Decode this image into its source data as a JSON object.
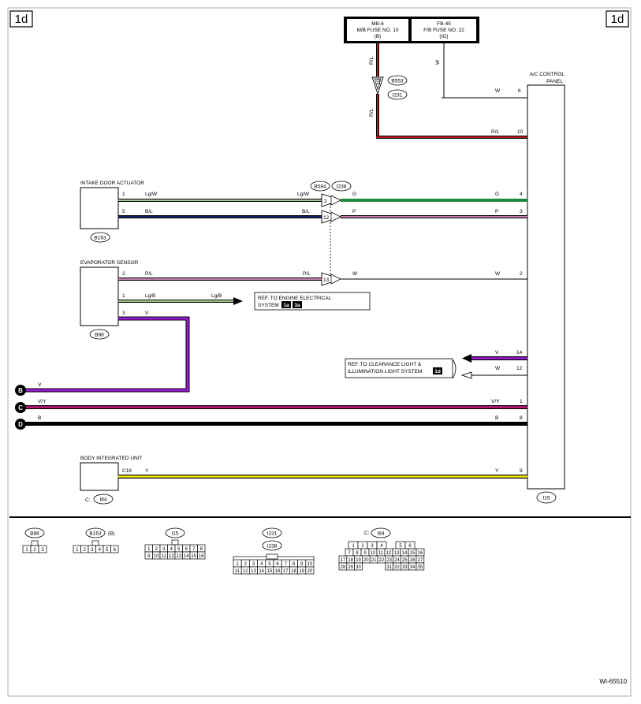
{
  "page_code": "1d",
  "diagram_id": "WI-65510",
  "fuses": {
    "f1": {
      "line1": "MB-6",
      "line2": "M/B FUSE NO. 10",
      "line3": "(B)"
    },
    "f2": {
      "line1": "FB-45",
      "line2": "F/B FUSE NO. 22",
      "line3": "(IG)"
    }
  },
  "connectors": {
    "b553": "B553",
    "i231": "I231",
    "b584": "B584",
    "i238": "I238",
    "b163": "B163",
    "b88": "B88",
    "i15": "I15",
    "i84": "I84",
    "i84_prefix": "C:",
    "b553_pin": "10",
    "j_pin_2": "2",
    "j_pin_12": "12",
    "j_pin_13": "13"
  },
  "components": {
    "ac_panel_line1": "A/C CONTROL",
    "ac_panel_line2": "PANEL",
    "intake": "INTAKE DOOR ACTUATOR",
    "evap": "EVAPORATOR SENSOR",
    "body": "BODY INTEGRATED UNIT"
  },
  "wires": {
    "rl": "R/L",
    "w": "W",
    "lgw": "Lg/W",
    "g": "G",
    "bl": "B/L",
    "p": "P",
    "pl": "P/L",
    "lgb": "Lg/B",
    "v": "V",
    "vy": "V/Y",
    "b": "B",
    "y": "Y"
  },
  "pins": {
    "p1": "1",
    "p2": "2",
    "p3": "3",
    "p4": "4",
    "p5": "5",
    "p6": "6",
    "p8": "8",
    "p9": "9",
    "p10": "10",
    "p12": "12",
    "p14": "14",
    "c18": "C18"
  },
  "refs": {
    "engine_line1": "REF. TO ENGINE ELECTRICAL",
    "engine_line2": "SYSTEM",
    "engine_badge1": "1a",
    "engine_badge2": "3a",
    "clear_line1": "REF. TO CLEARANCE LIGHT &",
    "clear_line2": "ILLUMINATION LIGHT SYSTEM",
    "clear_badge": "1d"
  },
  "terminals": {
    "b": "B",
    "c": "C",
    "d": "D"
  },
  "legend": {
    "b88": {
      "label": "B88",
      "pins": [
        "1",
        "2",
        "3"
      ]
    },
    "b163": {
      "label": "B163",
      "suffix": "(B)",
      "pins": [
        "1",
        "2",
        "3",
        "4",
        "5",
        "6"
      ]
    },
    "i15": {
      "label": "I15",
      "row1": [
        "1",
        "2",
        "3",
        "4",
        "5",
        "6",
        "7",
        "8"
      ],
      "row2": [
        "9",
        "10",
        "11",
        "12",
        "13",
        "14",
        "15",
        "16"
      ]
    },
    "i231": {
      "label1": "I231",
      "label2": "I238",
      "row1": [
        "1",
        "2",
        "3",
        "4",
        "5",
        "6",
        "7",
        "8",
        "9",
        "10"
      ],
      "row2": [
        "11",
        "12",
        "13",
        "14",
        "15",
        "16",
        "17",
        "18",
        "19",
        "20"
      ]
    },
    "i84": {
      "prefix": "C:",
      "label": "I84",
      "r1": [
        "1",
        "2",
        "3",
        "4",
        "",
        "5",
        "6"
      ],
      "r2": [
        "7",
        "8",
        "9",
        "10",
        "11",
        "12",
        "13",
        "14",
        "15",
        "16"
      ],
      "r3": [
        "17",
        "18",
        "19",
        "20",
        "21",
        "22",
        "23",
        "24",
        "25",
        "26",
        "27"
      ],
      "r4a": [
        "28",
        "29",
        "30"
      ],
      "r4b": [
        "31",
        "32",
        "33",
        "34",
        "35"
      ]
    }
  },
  "colors": {
    "red": "#e3242b",
    "green": "#1e8a3c",
    "lightgreen": "#c9f2b5",
    "navy": "#1b2a7a",
    "pink": "#f5a0d8",
    "purple": "#9b1bd6",
    "magenta": "#c2187d",
    "yellow": "#f5ee12"
  }
}
